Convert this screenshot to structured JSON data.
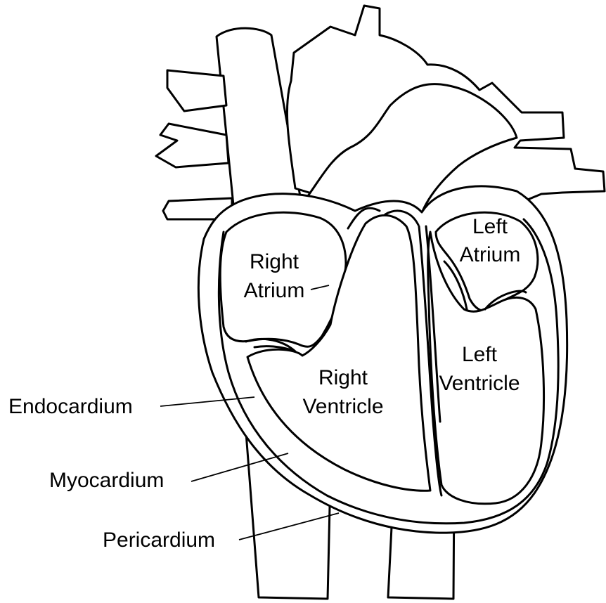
{
  "diagram": {
    "chambers": {
      "right_atrium": [
        "Right",
        "Atrium"
      ],
      "left_atrium": [
        "Left",
        "Atrium"
      ],
      "right_ventricle": [
        "Right",
        "Ventricle"
      ],
      "left_ventricle": [
        "Left",
        "Ventricle"
      ]
    },
    "layers": {
      "endocardium": "Endocardium",
      "myocardium": "Myocardium",
      "pericardium": "Pericardium"
    },
    "colors": {
      "line": "#000000",
      "background": "#ffffff"
    }
  }
}
